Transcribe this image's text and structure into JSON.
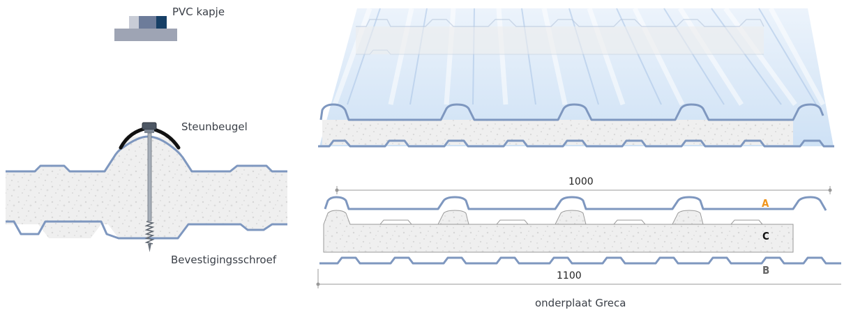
{
  "labels": {
    "pvc_cap": "PVC kapje",
    "bracket": "Steunbeugel",
    "screw": "Bevestigingsschroef",
    "width_top": "1000",
    "width_bottom": "1100",
    "layer_a": "A",
    "layer_b": "B",
    "layer_c": "C",
    "caption": "onderplaat Greca"
  },
  "colors": {
    "profile_stroke": "#7e97bf",
    "foam_fill": "#efefef",
    "sheet_blue": "#cfe2f6",
    "cap_light": "#c8ccd6",
    "cap_mid": "#6d7c9a",
    "cap_dark": "#163f66",
    "cap_base": "#9ea4b4",
    "letter_a": "#f0961e",
    "letter_b": "#666666",
    "letter_c": "#111111",
    "bracket": "#111111",
    "dimension_line": "#999999"
  }
}
